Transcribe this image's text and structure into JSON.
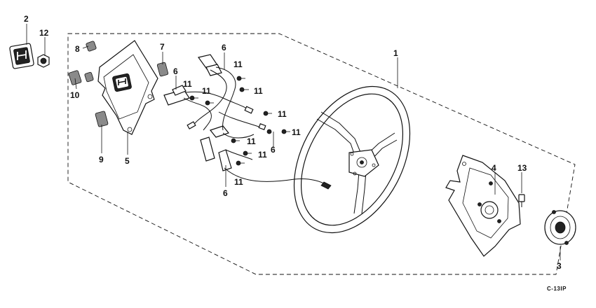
{
  "diagram": {
    "diagram_code": "C-13IP",
    "part_numbers": {
      "p1": "1",
      "p2": "2",
      "p3": "3",
      "p4": "4",
      "p5": "5",
      "p6a": "6",
      "p6b": "6",
      "p6c": "6",
      "p6d": "6",
      "p7": "7",
      "p8": "8",
      "p9": "9",
      "p10": "10",
      "p11a": "11",
      "p11b": "11",
      "p11c": "11",
      "p11d": "11",
      "p11e": "11",
      "p11f": "11",
      "p11g": "11",
      "p11h": "11",
      "p11i": "11",
      "p12": "12",
      "p13": "13"
    }
  }
}
